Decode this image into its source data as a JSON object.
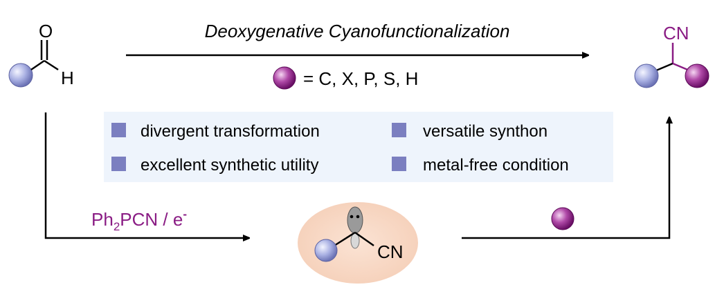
{
  "reaction_title": "Deoxygenative Cyanofunctionalization",
  "scope": {
    "equals_text": "= C, X, P, S, H"
  },
  "aldehyde": {
    "o_label": "O",
    "h_label": "H"
  },
  "product": {
    "cn_label": "CN"
  },
  "intermediate": {
    "cn_label": "CN"
  },
  "reagent": {
    "prefix": "Ph",
    "subscript": "2",
    "suffix": "PCN / e",
    "superscript": "-"
  },
  "features": [
    "divergent transformation",
    "versatile synthon",
    "excellent synthetic utility",
    "metal-free condition"
  ],
  "colors": {
    "purple": "#8a1c84",
    "bluegrey_sphere": "#a7aee0",
    "feature_box_bg": "#eef4fc",
    "bullet": "#7b7fc0",
    "intermediate_bg": "#f9dcc9"
  }
}
